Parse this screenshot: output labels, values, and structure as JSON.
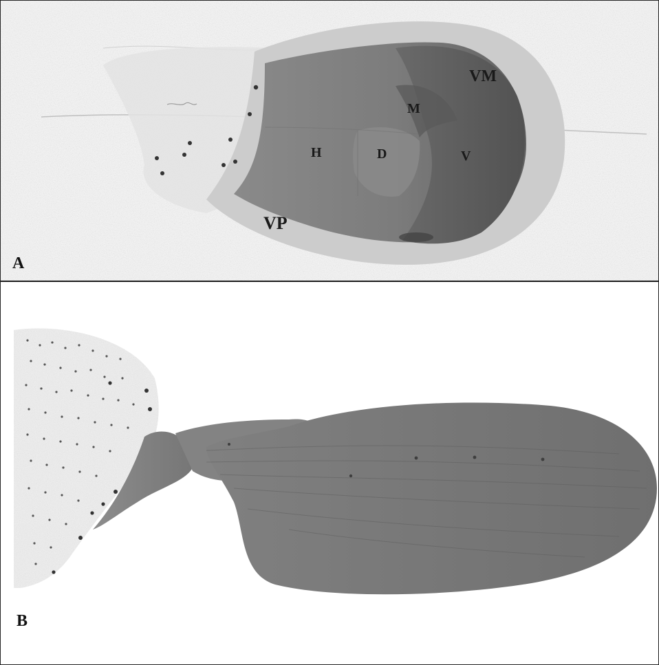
{
  "panels": [
    {
      "label": "A",
      "regions": {
        "vm": "VM",
        "m": "M",
        "h": "H",
        "d": "D",
        "v": "V",
        "vp": "VP"
      }
    },
    {
      "label": "B"
    }
  ],
  "colors": {
    "background": "#ffffff",
    "frame": "#222222",
    "divider": "#1a1a1a",
    "speckle_light": "#efefef",
    "speckle_mid": "#dcdcdc",
    "halo": "#c9c9c9",
    "tissue_light": "#8f8f8f",
    "tissue_mid": "#7a7a7a",
    "tissue_dark": "#5e5e5e",
    "tissue_darkest": "#4f4f4f",
    "dots": "#333333"
  }
}
